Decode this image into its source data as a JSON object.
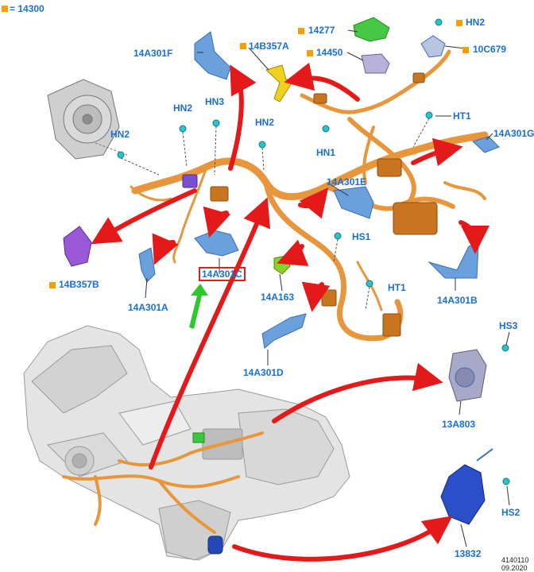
{
  "legend": {
    "number": "14300"
  },
  "labels": {
    "l14A301F": "14A301F",
    "l14B357A": "14B357A",
    "l14277": "14277",
    "l14450": "14450",
    "lHN2a": "HN2",
    "l10C679": "10C679",
    "lHN2b": "HN2",
    "lHN3": "HN3",
    "lHN2c": "HN2",
    "lHN2d": "HN2",
    "lHN1": "HN1",
    "lHT1a": "HT1",
    "l14A301G": "14A301G",
    "l14A301E": "14A301E",
    "l14B357B": "14B357B",
    "lHS1": "HS1",
    "l14A301C": "14A301C",
    "l14A163": "14A163",
    "lHT1b": "HT1",
    "l14A301A": "14A301A",
    "l14A301B": "14A301B",
    "l14A301D": "14A301D",
    "lHS3": "HS3",
    "l13A803": "13A803",
    "lHS2": "HS2",
    "l13832": "13832"
  },
  "footer": {
    "line1": "4140110",
    "line2": "09.2020"
  },
  "colors": {
    "callout_text": "#1a6fd1",
    "orange_square": "#f5a000",
    "harness": "#e8963c",
    "bracket_blue": "#6aa0dc",
    "fastener_cyan": "#28c4c8",
    "arrow_red": "#e41a1a",
    "arrow_green": "#2ec82e",
    "highlight_border": "#e02020"
  }
}
